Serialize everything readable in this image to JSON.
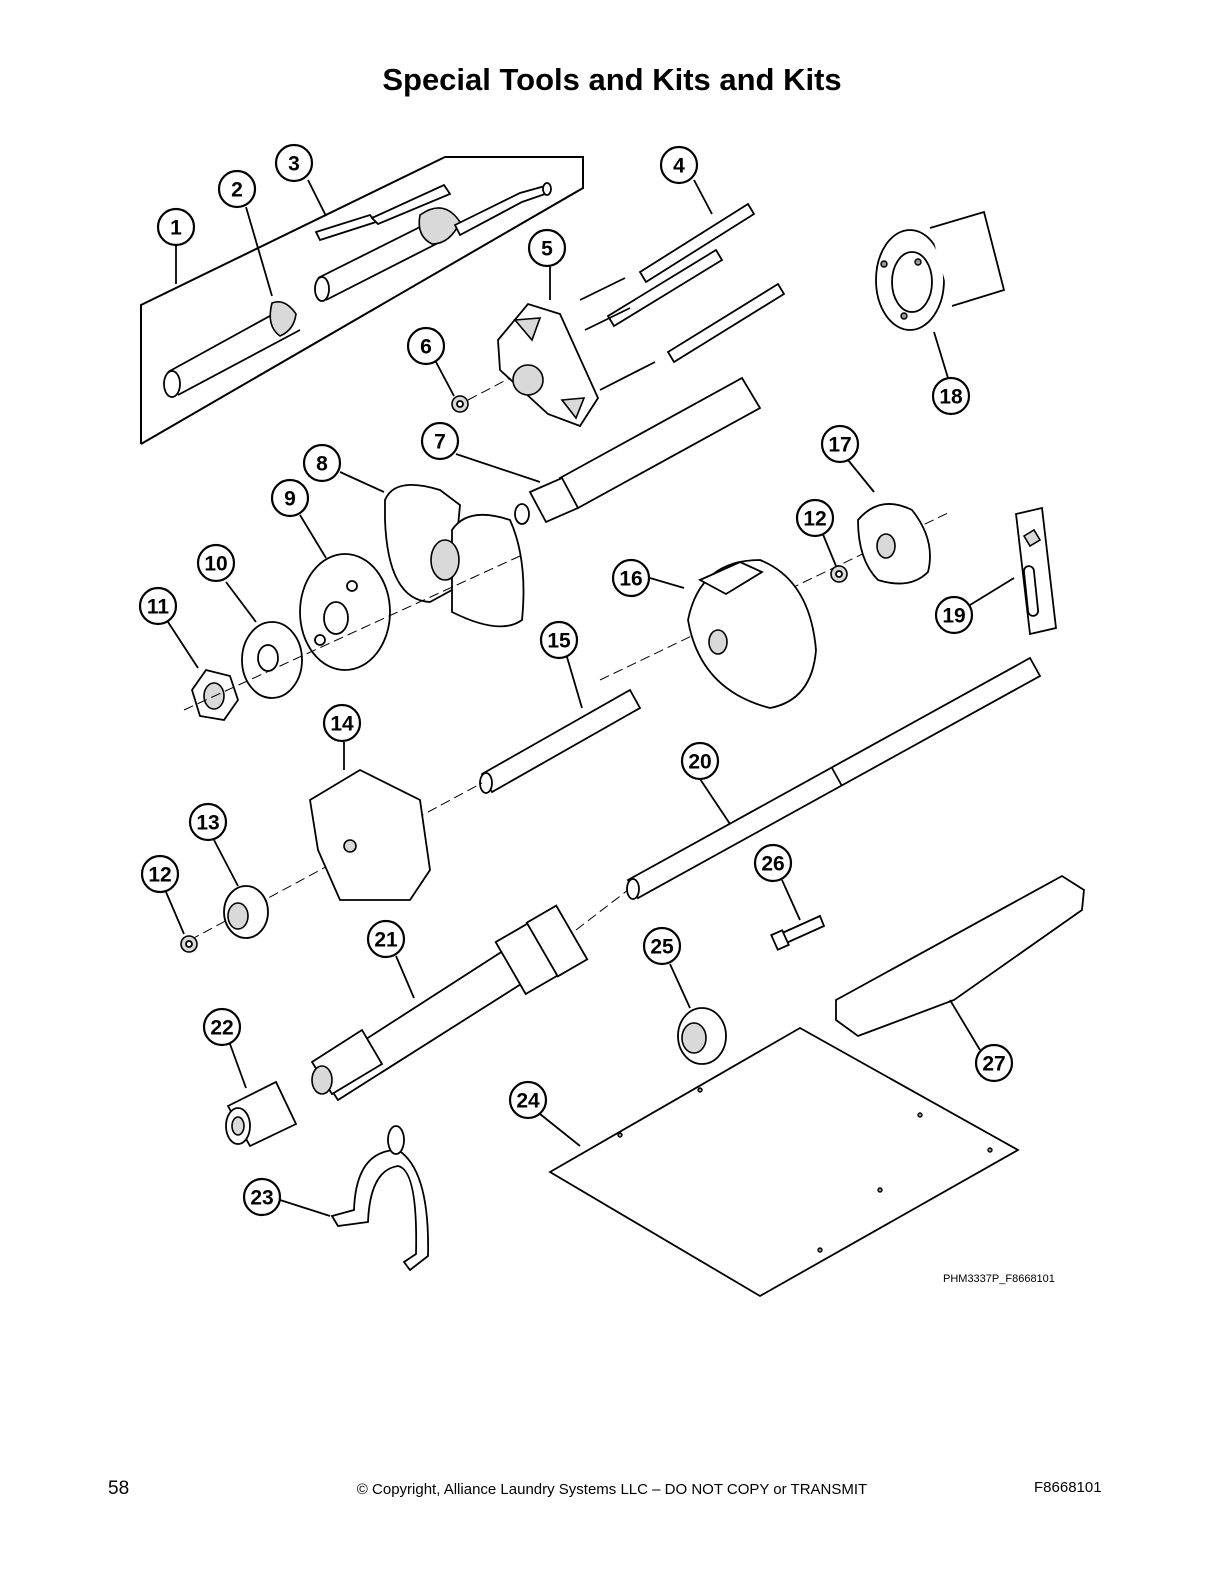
{
  "title": "Special Tools and Kits and Kits",
  "figure_code": "PHM3337P_F8668101",
  "footer": {
    "page_number": "58",
    "copyright": "© Copyright, Alliance Laundry Systems LLC – DO NOT COPY or TRANSMIT",
    "document_id": "F8668101"
  },
  "callouts": [
    "1",
    "2",
    "3",
    "4",
    "5",
    "6",
    "7",
    "8",
    "9",
    "10",
    "11",
    "12",
    "12",
    "13",
    "14",
    "15",
    "16",
    "17",
    "18",
    "19",
    "20",
    "21",
    "22",
    "23",
    "24",
    "25",
    "26",
    "27"
  ]
}
